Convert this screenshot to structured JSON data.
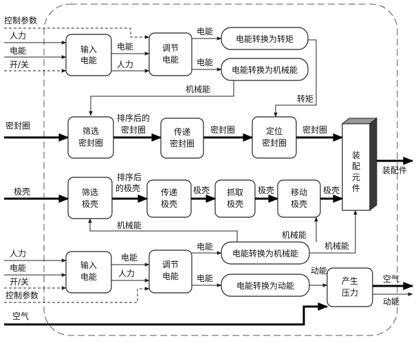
{
  "inputs": {
    "control_params_top": "控制参数",
    "manpower_top": "人力",
    "power_top": "电能",
    "onoff_top": "开/关",
    "seal_ring": "密封圈",
    "pole_shell": "极壳",
    "manpower_bottom": "人力",
    "power_bottom": "电能",
    "onoff_bottom": "开/关",
    "control_params_bottom": "控制参数",
    "air": "空气"
  },
  "outputs": {
    "assembled_part": "装配件",
    "air": "空气",
    "kinetic_energy": "动能"
  },
  "boxes": {
    "input_power_top": [
      "输入",
      "电能"
    ],
    "regulate_power_top": [
      "调节",
      "电能"
    ],
    "to_torque": "电能转换为转矩",
    "to_mech_top": "电能转换为机械能",
    "filter_seal": [
      "筛选",
      "密封圈"
    ],
    "transfer_seal": [
      "传递",
      "密封圈"
    ],
    "position_seal": [
      "定位",
      "密封圈"
    ],
    "assemble_component": "装配元件",
    "filter_shell": [
      "筛选",
      "极壳"
    ],
    "transfer_shell": [
      "传递",
      "极壳"
    ],
    "grab_shell": [
      "抓取",
      "极壳"
    ],
    "move_shell": [
      "移动",
      "极壳"
    ],
    "input_power_bottom": [
      "输入",
      "电能"
    ],
    "regulate_power_bottom": [
      "调节",
      "电能"
    ],
    "to_mech_bottom": "电能转换为机械能",
    "to_kinetic": "电能转换为动能",
    "generate_pressure": [
      "产生",
      "压力"
    ]
  },
  "flows": {
    "power_a": "电能",
    "manpower_a": "人力",
    "power_b": "电能",
    "power_c": "电能",
    "mech_energy_top": "机械能",
    "torque": "转矩",
    "sorted_seal": [
      "排序后的",
      "密封圈"
    ],
    "seal_a": "密封圈",
    "seal_b": "密封圈",
    "sorted_shell": [
      "排序后",
      "的极壳"
    ],
    "shell_a": "极壳",
    "shell_b": "极壳",
    "shell_c": "极壳",
    "mech_energy_left": "机械能",
    "mech_energy_mid": "机械能",
    "mech_energy_right": "机械能",
    "power_d": "电能",
    "manpower_b": "人力",
    "power_e": "电能",
    "power_f": "电能",
    "kinetic_in": "动能"
  }
}
